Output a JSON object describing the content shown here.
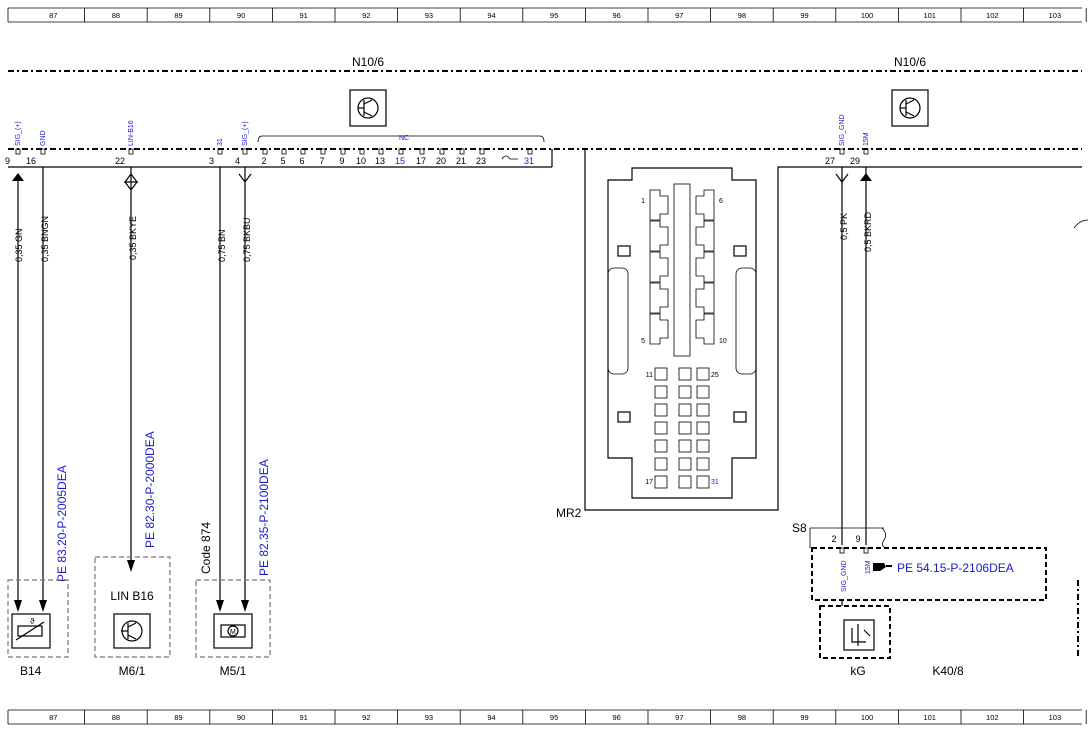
{
  "grid": {
    "columns": [
      "87",
      "88",
      "89",
      "90",
      "91",
      "92",
      "93",
      "94",
      "95",
      "96",
      "97",
      "98",
      "99",
      "100",
      "101",
      "102",
      "103"
    ]
  },
  "modules": [
    {
      "name": "N10/6"
    },
    {
      "name": "N10/6"
    }
  ],
  "connector_left": {
    "pins": [
      {
        "num": "9",
        "signal": "SIG_(+)"
      },
      {
        "num": "16",
        "signal": "GND"
      },
      {
        "num": "22",
        "signal": "LIN-B16"
      },
      {
        "num": "3",
        "signal": "31"
      },
      {
        "num": "4",
        "signal": "SIG_(+)"
      }
    ],
    "nc_label": "NC",
    "nc_pins": [
      "2",
      "5",
      "6",
      "7",
      "9",
      "10",
      "13",
      "15",
      "17",
      "20",
      "21",
      "23",
      "31"
    ]
  },
  "connector_right": {
    "pins": [
      {
        "num": "27",
        "signal": "SIG_GND"
      },
      {
        "num": "29",
        "signal": "15M"
      }
    ]
  },
  "wires": [
    {
      "label": "0,35 GN"
    },
    {
      "label": "0,35 BNGN"
    },
    {
      "label": "0,35 BKYE"
    },
    {
      "label": "0,75 BN"
    },
    {
      "label": "0,75 BKBU"
    },
    {
      "label": "0,5 PK"
    },
    {
      "label": "0,5 BKRD"
    }
  ],
  "references": [
    {
      "text": "PE 83.20-P-2005DEA"
    },
    {
      "text": "PE 82.30-P-2000DEA"
    },
    {
      "text": "PE 82.35-P-2100DEA"
    },
    {
      "text": "PE 54.15-P-2106DEA"
    }
  ],
  "code_label": "Code 874",
  "components": [
    {
      "id": "B14"
    },
    {
      "id": "M6/1",
      "inner_label": "LIN B16"
    },
    {
      "id": "M5/1"
    },
    {
      "id": "kG"
    },
    {
      "id": "K40/8"
    }
  ],
  "mr2": {
    "label": "MR2",
    "pin_labels": [
      "1",
      "6",
      "5",
      "10",
      "11",
      "25",
      "17",
      "31"
    ]
  },
  "s8": {
    "label": "S8",
    "pins": [
      "2",
      "9"
    ],
    "signals": [
      "SIG_GND",
      "15M"
    ],
    "lower_signal": "(+)"
  },
  "colors": {
    "link_blue": "#1a1acc",
    "line": "#000000"
  }
}
